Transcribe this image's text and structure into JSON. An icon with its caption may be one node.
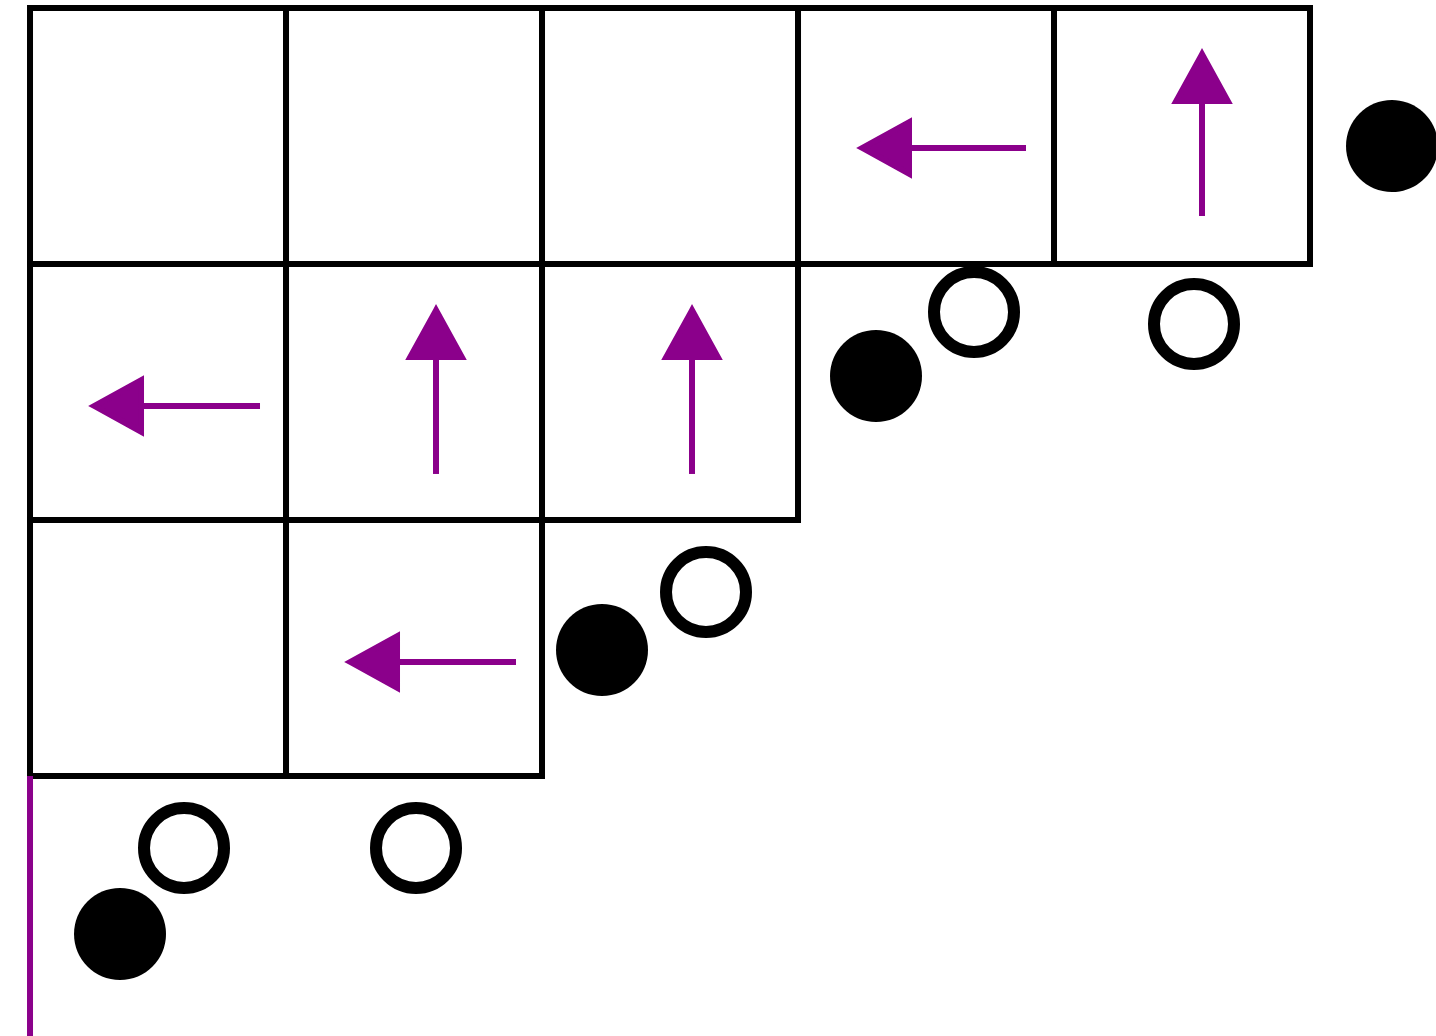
{
  "diagram": {
    "nodes": [
      {
        "text": [],
        "shape": "box"
      },
      {
        "text": [],
        "shape": "box"
      },
      {
        "text": [],
        "shape": "box"
      },
      {
        "text": [],
        "shape": "box"
      },
      {
        "text": [],
        "shape": "box"
      },
      {
        "text": [],
        "shape": "box"
      },
      {
        "text": [],
        "shape": "box"
      },
      {
        "text": [],
        "shape": "box"
      },
      {
        "text": [],
        "shape": "box"
      },
      {
        "text": [],
        "shape": "box"
      },
      {
        "text": [],
        "shape": "circle"
      },
      {
        "text": [],
        "shape": "circle"
      },
      {
        "text": [],
        "shape": "circle"
      },
      {
        "text": [],
        "shape": "circle"
      },
      {
        "text": [],
        "shape": "circle"
      },
      {
        "text": [],
        "shape": "circle"
      },
      {
        "text": [],
        "shape": "circle"
      },
      {
        "text": [],
        "shape": "circle"
      },
      {
        "text": [],
        "shape": "circle"
      }
    ]
  }
}
